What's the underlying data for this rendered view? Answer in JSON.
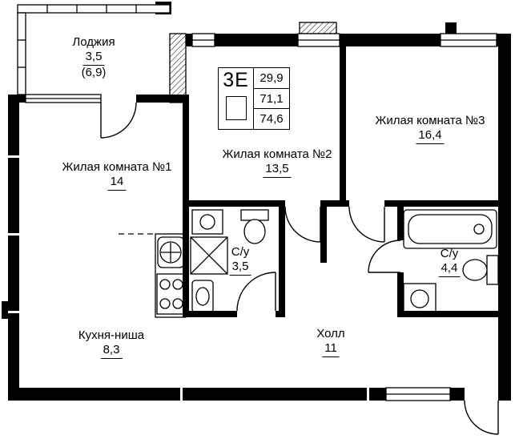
{
  "plan": {
    "unit_type": "3Е",
    "areas": [
      "29,9",
      "71,1",
      "74,6"
    ]
  },
  "rooms": {
    "loggia": {
      "name": "Лоджия",
      "area": "3,5",
      "area_secondary": "(6,9)"
    },
    "room1": {
      "name": "Жилая комната №1",
      "area": "14"
    },
    "room2": {
      "name": "Жилая комната №2",
      "area": "13,5"
    },
    "room3": {
      "name": "Жилая комната №3",
      "area": "16,4"
    },
    "bath1": {
      "name": "С/у",
      "area": "3,5"
    },
    "bath2": {
      "name": "С/у",
      "area": "4,4"
    },
    "kitchen": {
      "name": "Кухня-ниша",
      "area": "8,3"
    },
    "hall": {
      "name": "Холл",
      "area": "11"
    }
  },
  "colors": {
    "line": "#000000",
    "background": "#ffffff"
  }
}
